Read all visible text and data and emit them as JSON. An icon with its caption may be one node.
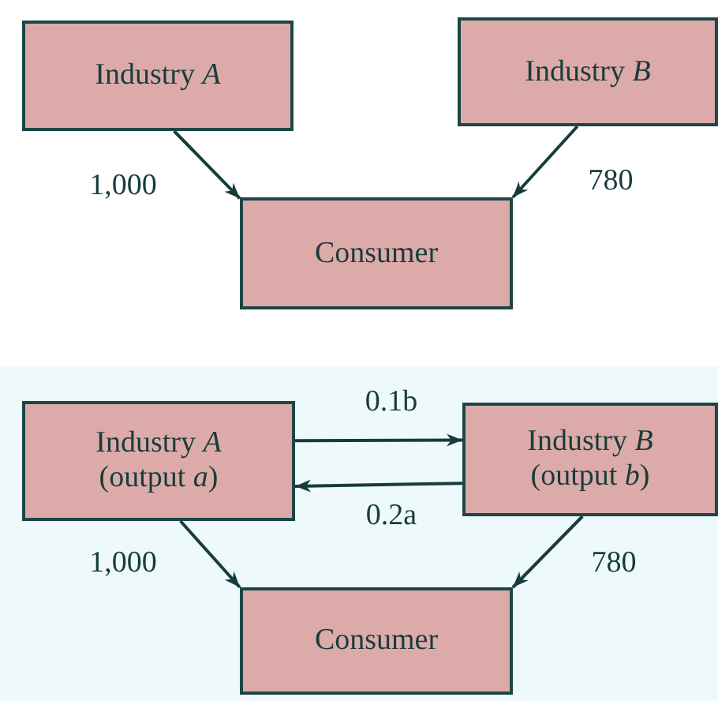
{
  "diagram": {
    "nodes": [
      {
        "text": [
          "Industry *A*"
        ]
      },
      {
        "text": [
          "Industry *B*"
        ]
      },
      {
        "text": [
          "Consumer"
        ]
      },
      {
        "text": [
          "Industry *A*",
          "(output *a*)"
        ]
      },
      {
        "text": [
          "Industry *B*",
          "(output *b*)"
        ]
      },
      {
        "text": [
          "Consumer"
        ]
      }
    ],
    "edges": [
      {
        "from": 0,
        "to": 2,
        "arrow": "to",
        "label": "1,000"
      },
      {
        "from": 1,
        "to": 2,
        "arrow": "to",
        "label": "780"
      },
      {
        "from": 3,
        "to": 4,
        "arrow": "to",
        "label": "0.1b"
      },
      {
        "from": 4,
        "to": 3,
        "arrow": "to",
        "label": "0.2a"
      },
      {
        "from": 3,
        "to": 5,
        "arrow": "to",
        "label": "1,000"
      },
      {
        "from": 4,
        "to": 5,
        "arrow": "to",
        "label": "780"
      }
    ]
  }
}
